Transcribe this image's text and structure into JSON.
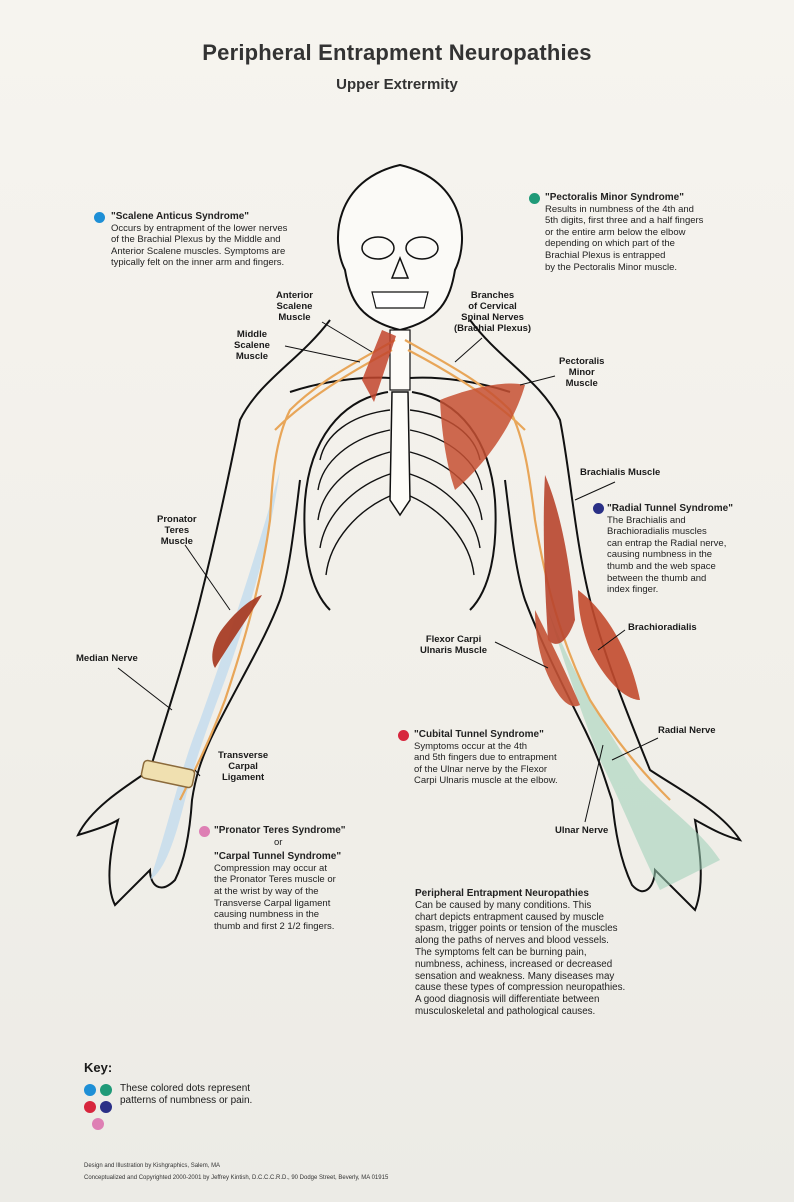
{
  "header": {
    "title": "Peripheral Entrapment Neuropathies",
    "subtitle": "Upper Extrermity"
  },
  "syndromes": {
    "scalene": {
      "title": "\"Scalene Anticus Syndrome\"",
      "body": "Occurs by entrapment of the lower nerves\nof the Brachial Plexus by the Middle and\nAnterior Scalene muscles. Symptoms are\ntypically felt on the inner arm and fingers.",
      "color": "#1e8fd6"
    },
    "pectoralis": {
      "title": "\"Pectoralis Minor Syndrome\"",
      "body": "Results in numbness of the 4th and\n5th digits, first three and a half fingers\nor the entire arm below the elbow\ndepending on which part of the\nBrachial Plexus is entrapped\nby the Pectoralis Minor muscle.",
      "color": "#1f9a78"
    },
    "radial": {
      "title": "\"Radial Tunnel Syndrome\"",
      "body": "The Brachialis and\nBrachioradialis muscles\ncan entrap the Radial nerve,\ncausing numbness in the\nthumb and the web space\nbetween the thumb and\nindex finger.",
      "color": "#2a2f86"
    },
    "cubital": {
      "title": "\"Cubital Tunnel Syndrome\"",
      "body": "Symptoms occur at the 4th\nand 5th fingers due to entrapment\nof the Ulnar nerve by the Flexor\nCarpi Ulnaris muscle at the elbow.",
      "color": "#d7263d"
    },
    "pronator": {
      "title": "\"Pronator Teres Syndrome\"",
      "or": "or",
      "title2": "\"Carpal Tunnel Syndrome\"",
      "body": "Compression may occur at\nthe Pronator Teres muscle or\nat the wrist by way of the\nTransverse Carpal ligament\ncausing numbness in the\nthumb and first 2 1/2 fingers.",
      "color": "#de7fb4"
    }
  },
  "labels": {
    "anterior_scalene": "Anterior\nScalene\nMuscle",
    "middle_scalene": "Middle\nScalene\nMuscle",
    "branches": "Branches\nof Cervical\nSpinal Nerves\n(Brachial Plexus)",
    "pectoralis_minor": "Pectoralis\nMinor\nMuscle",
    "brachialis": "Brachialis Muscle",
    "pronator_teres": "Pronator\nTeres\nMuscle",
    "brachioradialis": "Brachioradialis",
    "flexor_carpi": "Flexor Carpi\nUlnaris Muscle",
    "median_nerve": "Median Nerve",
    "radial_nerve": "Radial Nerve",
    "transverse_carpal": "Transverse\nCarpal\nLigament",
    "ulnar_nerve": "Ulnar Nerve"
  },
  "overview": {
    "title": "Peripheral Entrapment Neuropathies",
    "body": "Can be caused by many conditions. This\nchart depicts entrapment caused by muscle\nspasm, trigger points or tension of the muscles\nalong the paths of nerves and blood vessels.\nThe symptoms felt can be burning pain,\nnumbness, achiness, increased or decreased\nsensation and weakness. Many diseases may\ncause these types of compression neuropathies.\nA good diagnosis will differentiate between\nmusculoskeletal and pathological causes."
  },
  "key": {
    "title": "Key:",
    "text": "These colored dots represent\npatterns of numbness or pain.",
    "colors": [
      "#1e8fd6",
      "#1f9a78",
      "#d7263d",
      "#2a2f86",
      "#de7fb4"
    ]
  },
  "footer": {
    "line1": "Design and Illustration by Kishgraphics, Salem, MA",
    "line2": "Conceptualized and Copyrighted 2000-2001 by Jeffrey Kintish, D.C.C.C.R.D., 90 Dodge Street, Beverly, MA 01915"
  }
}
